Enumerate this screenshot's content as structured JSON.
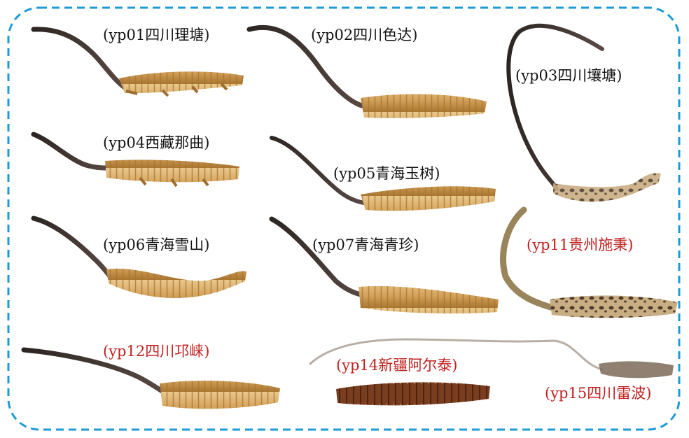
{
  "specimens": [
    {
      "id": "yp01",
      "label": "(yp01四川理塘)",
      "color": "#141414"
    },
    {
      "id": "yp02",
      "label": "(yp02四川色达)",
      "color": "#141414"
    },
    {
      "id": "yp03",
      "label": "(yp03四川壤塘)",
      "color": "#141414"
    },
    {
      "id": "yp04",
      "label": "(yp04西藏那曲)",
      "color": "#141414"
    },
    {
      "id": "yp05",
      "label": "(yp05青海玉树)",
      "color": "#141414"
    },
    {
      "id": "yp06",
      "label": "(yp06青海雪山)",
      "color": "#141414"
    },
    {
      "id": "yp07",
      "label": "(yp07青海青珍)",
      "color": "#141414"
    },
    {
      "id": "yp11",
      "label": "(yp11贵州施秉)",
      "color": "#c0211f"
    },
    {
      "id": "yp12",
      "label": "(yp12四川邛崃)",
      "color": "#c0211f"
    },
    {
      "id": "yp14",
      "label": "(yp14新疆阿尔泰)",
      "color": "#c0211f"
    },
    {
      "id": "yp15",
      "label": "(yp15四川雷波)",
      "color": "#c0211f"
    }
  ],
  "frame": {
    "border_color": "#1d9bd7"
  },
  "colors": {
    "stroma": "#4a3b36",
    "stroma_tip": "#2c2522",
    "body": "#d9a95f",
    "body_dark": "#b07c3a",
    "body_light": "#e8c589"
  }
}
